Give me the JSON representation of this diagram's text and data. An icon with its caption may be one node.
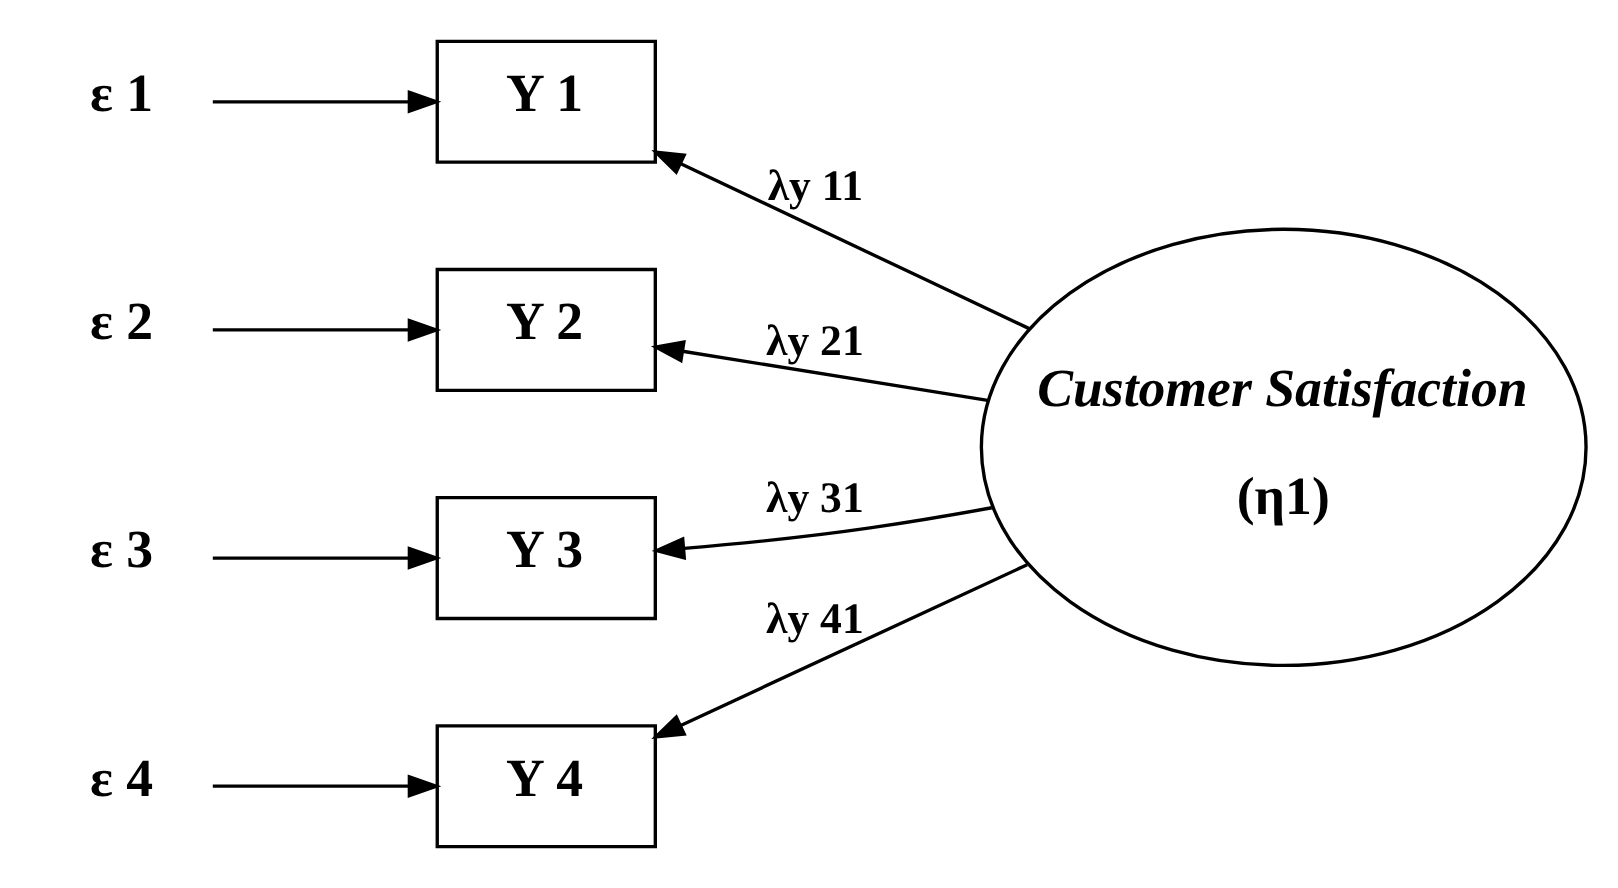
{
  "diagram": {
    "nodes": [
      {
        "text": [
          "ε 1"
        ]
      },
      {
        "text": [
          "ε 2"
        ]
      },
      {
        "text": [
          "ε 3"
        ]
      },
      {
        "text": [
          "ε 4"
        ]
      },
      {
        "text": [
          "Y 1"
        ]
      },
      {
        "text": [
          "Y 2"
        ]
      },
      {
        "text": [
          "Y 3"
        ]
      },
      {
        "text": [
          "Y 4"
        ]
      },
      {
        "text": [
          "Customer Satisfaction",
          "(η1)"
        ]
      }
    ],
    "edges": [
      {
        "from": 0,
        "to": 4,
        "arrow": "to"
      },
      {
        "from": 1,
        "to": 5,
        "arrow": "to"
      },
      {
        "from": 2,
        "to": 6,
        "arrow": "to"
      },
      {
        "from": 3,
        "to": 7,
        "arrow": "to"
      },
      {
        "from": 8,
        "to": 4,
        "arrow": "to",
        "label": "λy 11"
      },
      {
        "from": 8,
        "to": 5,
        "arrow": "to",
        "label": "λy 21"
      },
      {
        "from": 8,
        "to": 6,
        "arrow": "to",
        "label": "λy 31"
      },
      {
        "from": 8,
        "to": 7,
        "arrow": "to",
        "label": "λy 41"
      }
    ]
  }
}
